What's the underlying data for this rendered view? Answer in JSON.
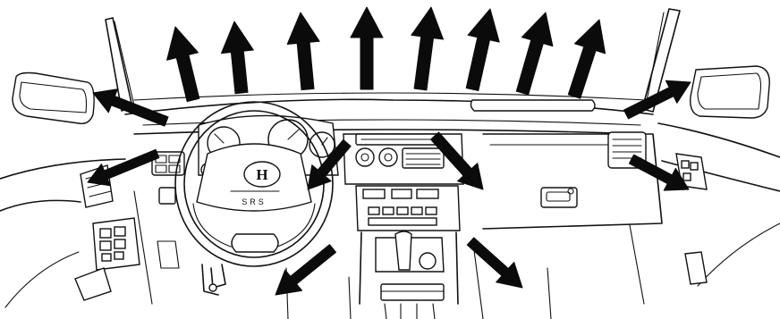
{
  "steering_wheel": {
    "emblem_text": "H",
    "airbag_label": "SRS"
  },
  "colors": {
    "ink": "#111111",
    "paper": "#ffffff"
  },
  "airflow_arrows": [
    {
      "name": "arrow-windshield-1"
    },
    {
      "name": "arrow-windshield-2"
    },
    {
      "name": "arrow-windshield-3"
    },
    {
      "name": "arrow-windshield-4"
    },
    {
      "name": "arrow-windshield-5"
    },
    {
      "name": "arrow-windshield-6"
    },
    {
      "name": "arrow-windshield-7"
    },
    {
      "name": "arrow-windshield-8"
    },
    {
      "name": "arrow-left-side-window"
    },
    {
      "name": "arrow-right-side-window"
    },
    {
      "name": "arrow-left-vent-out"
    },
    {
      "name": "arrow-center-vent-left"
    },
    {
      "name": "arrow-center-vent-right"
    },
    {
      "name": "arrow-right-vent-out"
    },
    {
      "name": "arrow-floor-left"
    },
    {
      "name": "arrow-floor-right"
    }
  ]
}
